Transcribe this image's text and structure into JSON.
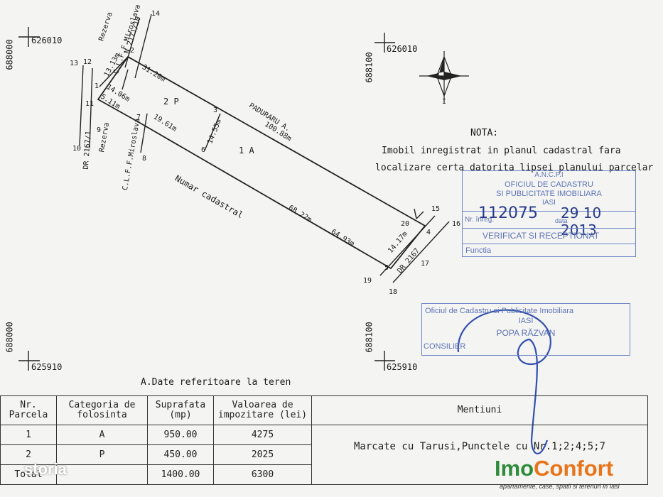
{
  "plan": {
    "coords": {
      "top_left_x": "626010",
      "top_left_y": "688000",
      "top_right_x": "626010",
      "top_right_y": "688100",
      "bottom_left_x": "625910",
      "bottom_left_y": "688000",
      "bottom_right_x": "625910",
      "bottom_right_y": "688100"
    },
    "points": {
      "p1": "1",
      "p2": "2",
      "p3": "3",
      "p4": "4",
      "p5": "5",
      "p6": "6",
      "p7": "7",
      "p8": "8",
      "p9": "9",
      "p10": "10",
      "p11": "11",
      "p12": "12",
      "p13": "13",
      "p14": "14",
      "p15": "15",
      "p16": "16",
      "p17": "17",
      "p18": "18",
      "p19": "19",
      "p20": "20"
    },
    "distances": {
      "d_1_2": "13.13m",
      "d_2_3": "31.20m",
      "d_3_4": "100.88m",
      "d_1_7": "14.06m",
      "d_9_1": "5.11m",
      "d_7_6": "19.61m",
      "d_3_6": "14.55m",
      "d_6_mid": "68.22m",
      "d_mid_5": "64.93m",
      "d_5_4": "14.17m"
    },
    "parcels": {
      "p2": "2 P",
      "p1": "1 A"
    },
    "labels": {
      "reserve_top": "Rezerva",
      "clff_top": "C.L.F.F.Miroslava",
      "nr_top": "N 2171/10",
      "reserve_left": "Rezerva",
      "clff_left": "C.L.F.F.Miroslava",
      "dr_left": "DR 2167/1",
      "paduraru": "PADURARU A.",
      "numar_cadastral": "Numar cadastral",
      "dr_right": "DR 2167"
    },
    "north_arrow_label": "I"
  },
  "nota": {
    "title": "NOTA:",
    "line1": "Imobil inregistrat in planul cadastral fara",
    "line2": "localizare certa datorita lipsei planului parcelar"
  },
  "stamp_ancpi": {
    "line1": "A.N.C.P.I",
    "line2": "OFICIUL DE CADASTRU",
    "line3": "SI PUBLICITATE IMOBILIARA",
    "line4": "IASI",
    "nr_label": "Nr. înreg.",
    "date_label": "data",
    "handwritten_nr": "112075",
    "handwritten_date": "29 10 2013",
    "verified": "VERIFICAT SI RECEPTIONAT",
    "functia": "Functia"
  },
  "stamp_ocpi": {
    "line1": "Oficiul de Cadastru si Publicitate Imobiliara",
    "line2": "IASI",
    "line3": "POPA RĂZVAN",
    "line4": "CONSILIER"
  },
  "table": {
    "section_title": "A.Date referitoare la teren",
    "headers": {
      "nr": "Nr. Parcela",
      "categorie": "Categoria de folosinta",
      "suprafata": "Suprafata (mp)",
      "valoare": "Valoarea de impozitare (lei)",
      "mentiuni": "Mentiuni"
    },
    "rows": [
      {
        "nr": "1",
        "categorie": "A",
        "suprafata": "950.00",
        "valoare": "4275"
      },
      {
        "nr": "2",
        "categorie": "P",
        "suprafata": "450.00",
        "valoare": "2025"
      }
    ],
    "total": {
      "label": "Total",
      "suprafata": "1400.00",
      "valoare": "6300"
    },
    "mentiuni_text": "Marcate cu Tarusi,Punctele cu Nr.1;2;4;5;7"
  },
  "watermarks": {
    "storia": "storia",
    "imoconfort_a": "Imo",
    "imoconfort_b": "Confort",
    "imoconfort_tagline": "apartamente, case, spatii si terenuri in Iasi",
    "imo_color": "#2e8b3a",
    "confort_color": "#e8741a"
  }
}
